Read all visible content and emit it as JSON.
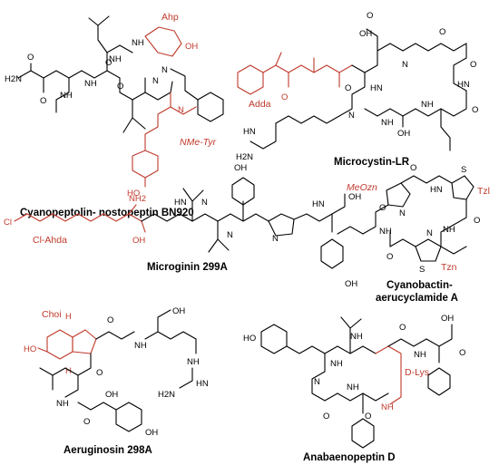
{
  "molecules": {
    "cyanopeptolin": {
      "caption": "Cyanopeptolin- nostopeptin BN920",
      "fragments": {
        "ahp": "Ahp",
        "nmetyr": "NMe-Tyr"
      },
      "atoms": {
        "h2n": "H2N",
        "o": "O",
        "nh": "NH",
        "n": "N",
        "oh": "OH",
        "ho": "HO"
      }
    },
    "microcystin": {
      "caption": "Microcystin-LR",
      "fragments": {
        "adda": "Adda"
      },
      "atoms": {
        "oh": "OH",
        "n": "N",
        "nh": "NH",
        "hn": "HN",
        "h2n": "H2N",
        "o": "O"
      }
    },
    "microginin": {
      "caption": "Microginin 299A",
      "fragments": {
        "clahda": "Cl-Ahda"
      },
      "atoms": {
        "cl": "Cl",
        "nh2": "NH2",
        "oh": "OH",
        "ho": "HO",
        "n": "N",
        "hn": "HN"
      }
    },
    "cyanobactin": {
      "caption_line1": "Cyanobactin-",
      "caption_line2": "aerucyclamide A",
      "fragments": {
        "meozn": "MeOzn",
        "tzl": "Tzl",
        "tzn": "Tzn"
      },
      "atoms": {
        "s": "S",
        "n": "N",
        "o": "O",
        "nh": "NH",
        "hn": "HN"
      }
    },
    "aeruginosin": {
      "caption": "Aeruginosin 298A",
      "fragments": {
        "choi": "Choi"
      },
      "atoms": {
        "h": "H",
        "ho": "HO",
        "oh": "OH",
        "nh": "NH",
        "hn": "HN",
        "h2n": "H2N",
        "o": "O"
      }
    },
    "anabaenopeptin": {
      "caption": "Anabaenopeptin D",
      "fragments": {
        "dlys": "D-Lys"
      },
      "atoms": {
        "ho": "HO",
        "oh": "OH",
        "nh": "NH",
        "n": "N",
        "o": "O"
      }
    }
  }
}
